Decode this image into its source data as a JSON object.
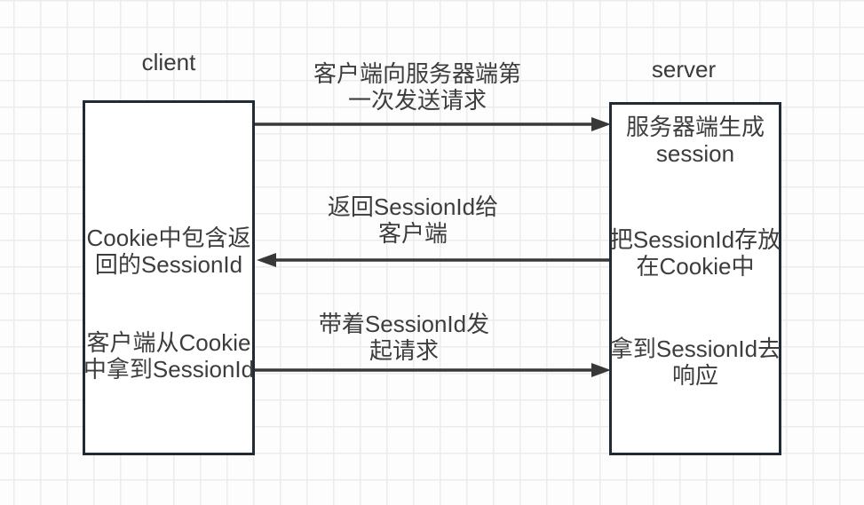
{
  "diagram": {
    "client": {
      "title": "client",
      "notes": [
        {
          "line1": "Cookie中包含返",
          "line2": "回的SessionId"
        },
        {
          "line1": "客户端从Cookie",
          "line2": "中拿到SessionId"
        }
      ]
    },
    "server": {
      "title": "server",
      "notes": [
        {
          "line1": "服务器端生成",
          "line2": "session"
        },
        {
          "line1": "把SessionId存放",
          "line2": "在Cookie中"
        },
        {
          "line1": "拿到SessionId去",
          "line2": "响应"
        }
      ]
    },
    "messages": [
      {
        "line1": "客户端向服务器端第",
        "line2": "一次发送请求",
        "direction": "client-to-server"
      },
      {
        "line1": "返回SessionId给",
        "line2": "客户端",
        "direction": "server-to-client"
      },
      {
        "line1": "带着SessionId发",
        "line2": "起请求",
        "direction": "client-to-server"
      }
    ],
    "colors": {
      "box_border": "#222a33",
      "arrow": "#383838",
      "text": "#3d3d3d",
      "grid_line": "#ececec",
      "background": "#fdfdfd",
      "box_fill": "#ffffff"
    }
  }
}
